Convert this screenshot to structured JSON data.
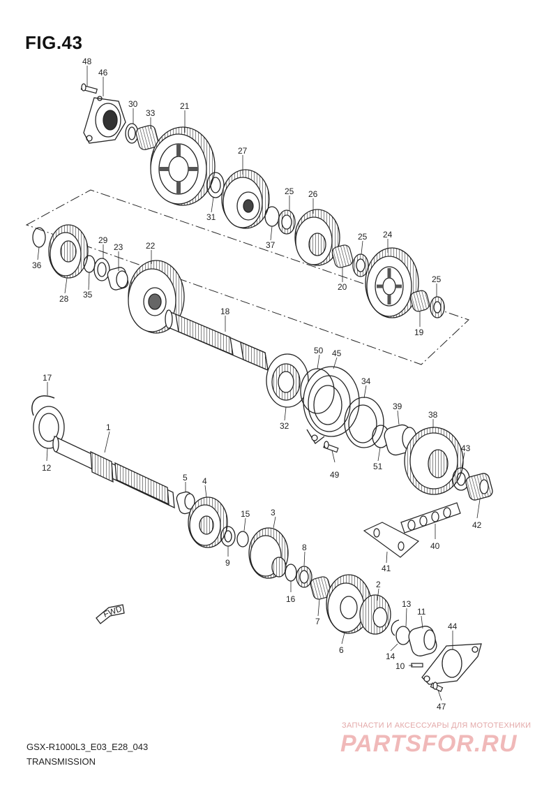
{
  "figure": {
    "title": "FIG.43",
    "code": "GSX-R1000L3_E03_E28_043",
    "subtitle": "TRANSMISSION"
  },
  "fwd_label": "FWD",
  "watermark": {
    "line1": "ЗАПЧАСТИ И АКСЕССУАРЫ ДЛЯ МОТОТЕХНИКИ",
    "line2": "PARTSFOR.RU"
  },
  "parts": {
    "p1": "1",
    "p2": "2",
    "p3": "3",
    "p4": "4",
    "p5": "5",
    "p6": "6",
    "p7": "7",
    "p8": "8",
    "p9": "9",
    "p10": "10",
    "p11": "11",
    "p12": "12",
    "p13": "13",
    "p14": "14",
    "p15": "15",
    "p16": "16",
    "p17": "17",
    "p18": "18",
    "p19": "19",
    "p20": "20",
    "p21": "21",
    "p22": "22",
    "p23": "23",
    "p24": "24",
    "p25a": "25",
    "p25b": "25",
    "p25c": "25",
    "p26": "26",
    "p27": "27",
    "p28": "28",
    "p29": "29",
    "p30": "30",
    "p31": "31",
    "p32": "32",
    "p33": "33",
    "p34": "34",
    "p35": "35",
    "p36": "36",
    "p37": "37",
    "p38": "38",
    "p39": "39",
    "p40": "40",
    "p41": "41",
    "p42": "42",
    "p43": "43",
    "p44": "44",
    "p45": "45",
    "p46": "46",
    "p47": "47",
    "p48": "48",
    "p49": "49",
    "p50": "50",
    "p51": "51"
  }
}
